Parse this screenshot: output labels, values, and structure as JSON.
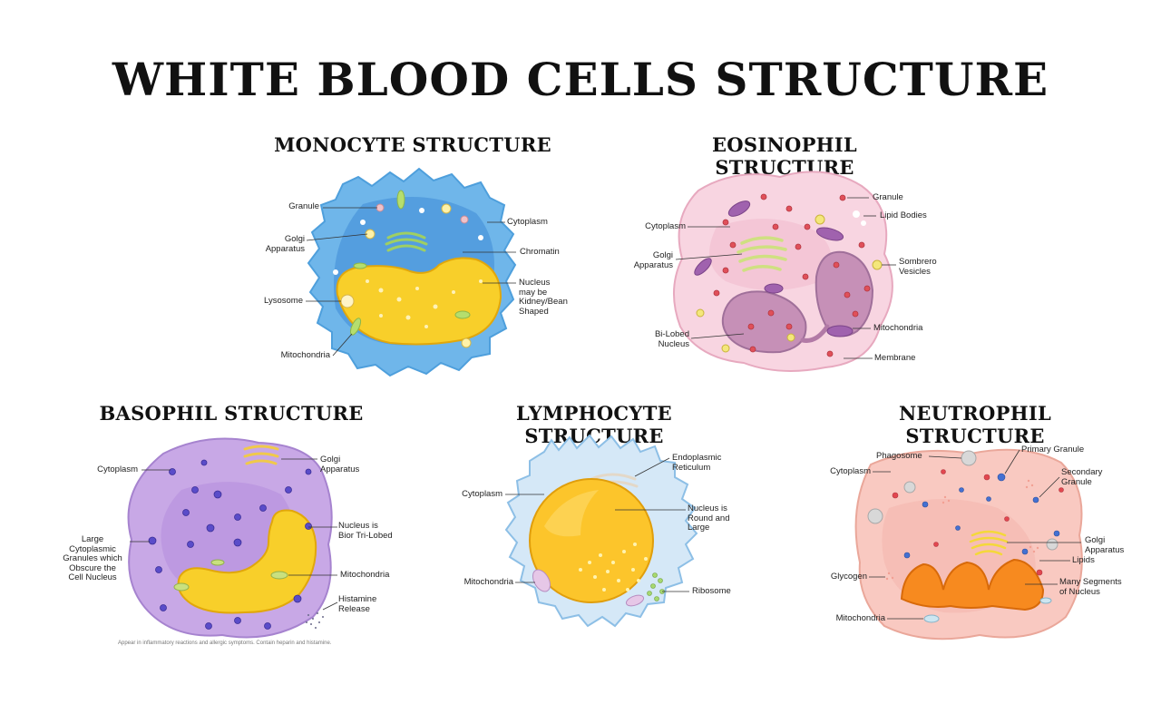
{
  "title": "WHITE BLOOD CELLS STRUCTURE",
  "sections": {
    "monocyte": {
      "title": "MONOCYTE STRUCTURE",
      "labels": {
        "granule": "Granule",
        "golgi": "Golgi\nApparatus",
        "lysosome": "Lysosome",
        "mitochondria": "Mitochondria",
        "cytoplasm": "Cytoplasm",
        "chromatin": "Chromatin",
        "nucleus": "Nucleus\nmay be\nKidney/Bean\nShaped"
      }
    },
    "eosinophil": {
      "title": "EOSINOPHIL STRUCTURE",
      "labels": {
        "cytoplasm": "Cytoplasm",
        "golgi": "Golgi\nApparatus",
        "nucleus": "Bi-Lobed\nNucleus",
        "granule": "Granule",
        "lipid": "Lipid Bodies",
        "sombrero": "Sombrero\nVesicles",
        "mitochondria": "Mitochondria",
        "membrane": "Membrane"
      }
    },
    "basophil": {
      "title": "BASOPHIL STRUCTURE",
      "labels": {
        "cytoplasm": "Cytoplasm",
        "granules": "Large\nCytoplasmic\nGranules which\nObscure the\nCell Nucleus",
        "golgi": "Golgi\nApparatus",
        "nucleus": "Nucleus is\nBior Tri-Lobed",
        "mitochondria": "Mitochondria",
        "histamine": "Histamine\nRelease"
      },
      "footnote": "Appear in inflammatory reactions and allergic symptoms. Contain heparin and histamine."
    },
    "lymphocyte": {
      "title": "LYMPHOCYTE STRUCTURE",
      "labels": {
        "cytoplasm": "Cytoplasm",
        "mitochondria": "Mitochondria",
        "er": "Endoplasmic\nReticulum",
        "nucleus": "Nucleus is\nRound and\nLarge",
        "ribosome": "Ribosome"
      }
    },
    "neutrophil": {
      "title": "NEUTROPHIL STRUCTURE",
      "labels": {
        "phagosome": "Phagosome",
        "cytoplasm": "Cytoplasm",
        "glycogen": "Glycogen",
        "mitochondria": "Mitochondria",
        "primary": "Primary Granule",
        "secondary": "Secondary\nGranule",
        "golgi": "Golgi\nApparatus",
        "lipids": "Lipids",
        "segments": "Many Segments\nof Nucleus"
      }
    }
  }
}
